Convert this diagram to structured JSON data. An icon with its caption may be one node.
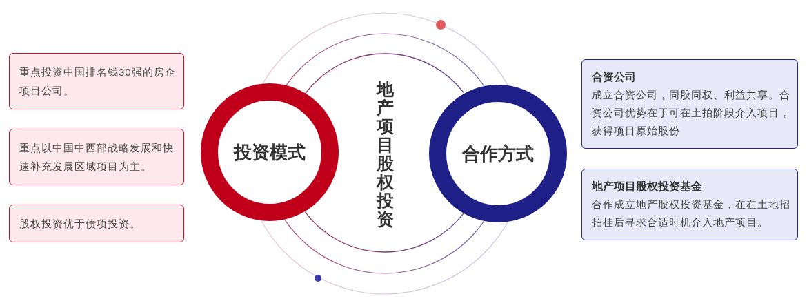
{
  "diagram": {
    "nodes": [
      {
        "text": [
          "重点投资中国排名钱30强的房企项目公司。"
        ]
      },
      {
        "text": [
          "重点以中国中西部战略发展和快速补充发展区域项目为主。"
        ]
      },
      {
        "text": [
          "股权投资优于债项投资。"
        ]
      },
      {
        "text": [
          "投资模式"
        ]
      },
      {
        "text": [
          "地产项目股权投资"
        ]
      },
      {
        "text": [
          "合作方式"
        ]
      },
      {
        "text": [
          "合资公司",
          "成立合资公司，同股同权、利益共享。合资公司优势在于可在土拍阶段介入项目，获得项目原始股份"
        ]
      },
      {
        "text": [
          "地产项目股权投资基金",
          "合作成立地产股权投资基金，在在土地招拍挂后寻求合适时机介入地产项目。"
        ]
      }
    ]
  }
}
